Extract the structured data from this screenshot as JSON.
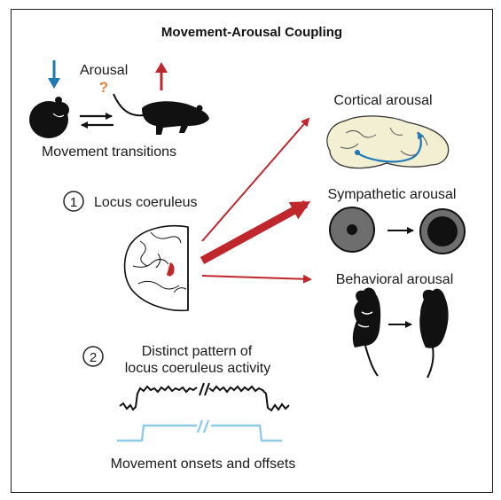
{
  "title": "Movement-Arousal Coupling",
  "top_left": {
    "arousal_label": "Arousal",
    "question_mark": "?",
    "movement_label": "Movement transitions",
    "colors": {
      "down_arrow": "#1f77b4",
      "up_arrow": "#c0272d",
      "question": "#e8803a"
    }
  },
  "step1": {
    "number": "1",
    "label": "Locus coeruleus"
  },
  "step2": {
    "number": "2",
    "label_line1": "Distinct pattern of",
    "label_line2": "locus coeruleus activity",
    "movement_label": "Movement onsets and offsets",
    "trace_color": "#111111",
    "movement_color": "#8ecbe6"
  },
  "outputs": {
    "cortical": "Cortical arousal",
    "sympathetic": "Sympathetic arousal",
    "behavioral": "Behavioral arousal",
    "arrow_color": "#c0272d"
  },
  "icons": [
    "curled-mouse-icon",
    "active-mouse-icon",
    "brain-icon",
    "brainstem-icon",
    "pupil-small-icon",
    "pupil-large-icon",
    "grooming-mouse-icon",
    "alert-mouse-icon"
  ]
}
